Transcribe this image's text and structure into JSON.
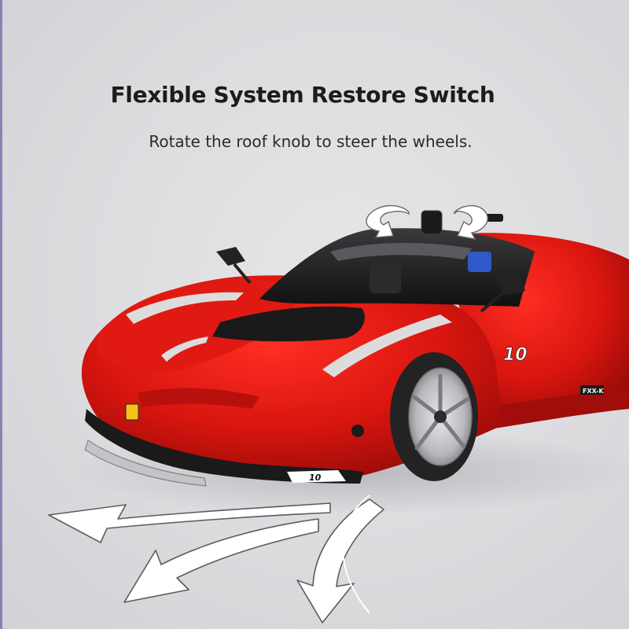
{
  "headline": "Flexible System Restore Switch",
  "subheading": "Rotate the roof knob to steer the wheels.",
  "badges": {
    "front_plate": "10",
    "side_number": "10",
    "rear_tag": "FXX-K"
  },
  "colors": {
    "background": "#dcdcdf",
    "body_red": "#d8150f",
    "body_dark_red": "#8e0a08",
    "stripe": "#d9d9d9",
    "roof_black": "#1e1e1e",
    "rim_silver": "#b9b9bd",
    "tire": "#2a2a2a",
    "arrow_fill": "#ffffff"
  },
  "icons": [
    "rotation-arrows-icon",
    "steer-left-arrow-icon",
    "steer-down-left-arrow-icon",
    "steer-down-right-arrow-icon"
  ]
}
